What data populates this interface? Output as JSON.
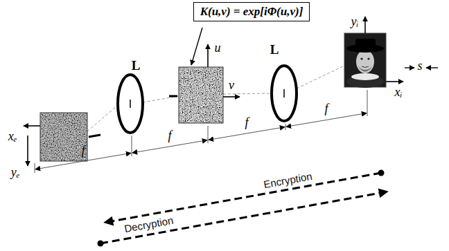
{
  "diagram": {
    "nodes": [
      {
        "text": [
          "K(u,v) = exp[iΦ(u,v)]"
        ]
      }
    ],
    "labels": [
      "xₑ",
      "yₑ",
      "L",
      "u",
      "v",
      "L",
      "yᵢ",
      "xᵢ",
      "s",
      "f",
      "f",
      "f",
      "f",
      "Encryption",
      "Decryption"
    ]
  }
}
